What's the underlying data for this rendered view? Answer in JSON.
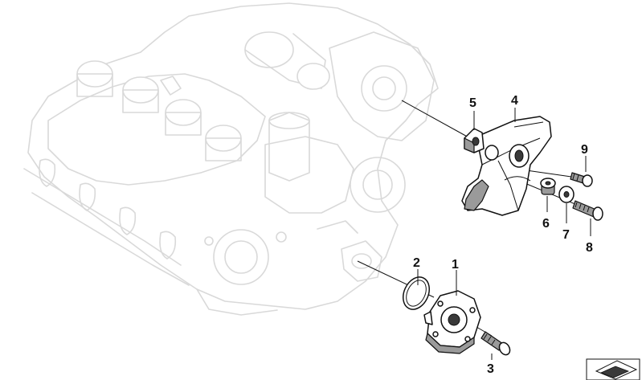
{
  "callouts": [
    {
      "id": "1",
      "label": "1"
    },
    {
      "id": "2",
      "label": "2"
    },
    {
      "id": "3",
      "label": "3"
    },
    {
      "id": "4",
      "label": "4"
    },
    {
      "id": "5",
      "label": "5"
    },
    {
      "id": "6",
      "label": "6"
    },
    {
      "id": "7",
      "label": "7"
    },
    {
      "id": "8",
      "label": "8"
    },
    {
      "id": "9",
      "label": "9"
    }
  ],
  "icons": {
    "corner_badge": "diagram-corner-arrow-icon"
  },
  "colors": {
    "outline": "#111111",
    "ghost_engine": "#d9d9d9",
    "shade": "#9a9a9a",
    "background": "#ffffff"
  }
}
